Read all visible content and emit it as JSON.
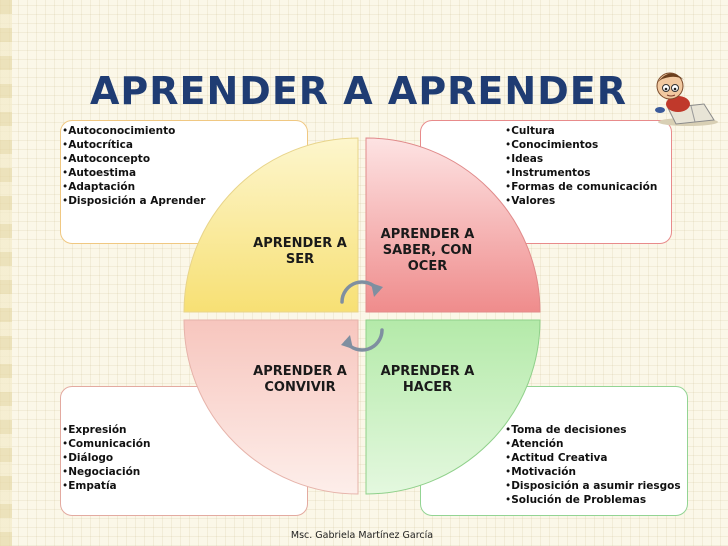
{
  "title": "APRENDER A APRENDER",
  "quadrants": {
    "top_left": "APRENDER A SER",
    "top_right": "APRENDER A SABER, CON OCER",
    "bottom_left": "APRENDER A CONVIVIR",
    "bottom_right": "APRENDER A HACER"
  },
  "lists": {
    "top_left": [
      "Autoconocimiento",
      "Autocrítica",
      "Autoconcepto",
      "Autoestima",
      "Adaptación",
      "Disposición a Aprender"
    ],
    "top_right": [
      "Cultura",
      "Conocimientos",
      "Ideas",
      "Instrumentos",
      "Formas de comunicación",
      "Valores"
    ],
    "bottom_left": [
      "Expresión",
      "Comunicación",
      "Diálogo",
      "Negociación",
      "Empatía"
    ],
    "bottom_right": [
      "Toma de decisiones",
      "Atención",
      "Actitud Creativa",
      "Motivación",
      "Disposición a asumir riesgos",
      "Solución de Problemas"
    ]
  },
  "footer": "Msc. Gabriela Martínez García",
  "colors": {
    "title": "#1f3c73",
    "ser": "#fbe98f",
    "saber": "#f29a9a",
    "convivir": "#f6c4bd",
    "hacer": "#a8e6a0"
  }
}
